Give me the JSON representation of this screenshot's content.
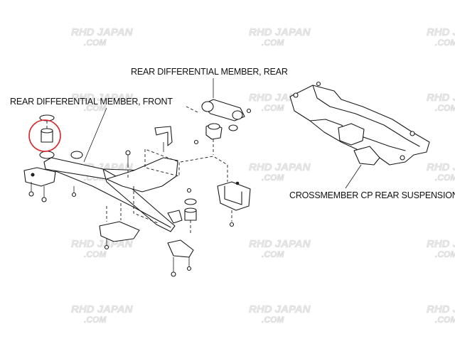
{
  "labels": {
    "rear_member_rear": "REAR DIFFERENTIAL MEMBER, REAR",
    "rear_member_front": "REAR DIFFERENTIAL MEMBER, FRONT",
    "crossmember": "CROSSMEMBER CP REAR SUSPENSION"
  },
  "watermark": {
    "line1": "RHD JAPAN",
    "line2": ".COM"
  },
  "highlight": {
    "color": "#d9262c",
    "part": "bushing"
  }
}
